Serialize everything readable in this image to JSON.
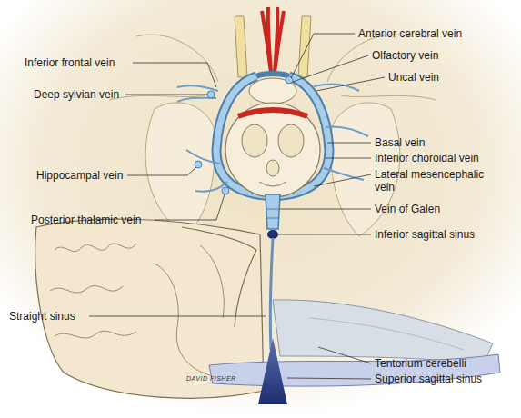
{
  "diagram": {
    "labels": [
      "Inferior frontal vein",
      "Deep sylvian vein",
      "Hippocampal vein",
      "Posterior thalamic vein",
      "Straight sinus",
      "Anterior cerebral vein",
      "Olfactory vein",
      "Uncal vein",
      "Basal vein",
      "Inferior choroidal vein",
      "Lateral mesencephalic vein",
      "Vein of Galen",
      "Inferior sagittal sinus",
      "Tentorium cerebelli",
      "Superior sagittal sinus",
      "DAVID FISHER"
    ]
  }
}
